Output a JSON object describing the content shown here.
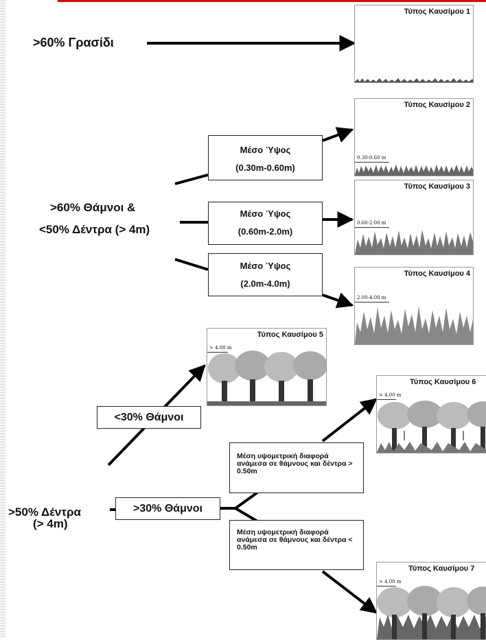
{
  "categories": {
    "grass": ">60% Γρασίδι",
    "shrubs_line1": ">60% Θάμνοι &",
    "shrubs_line2": "<50% Δέντρα  (> 4m)",
    "trees_line1": ">50% Δέντρα",
    "trees_line2": "(> 4m)"
  },
  "height_boxes": [
    {
      "title": "Μέσο Ύψος",
      "range": "(0.30m-0.60m)"
    },
    {
      "title": "Μέσο Ύψος",
      "range": "(0.60m-2.0m)"
    },
    {
      "title": "Μέσο Ύψος",
      "range": "(2.0m-4.0m)"
    }
  ],
  "shrub_cover": {
    "low": "<30% Θάμνοι",
    "high": ">30% Θάμνοι"
  },
  "gap_notes": {
    "large": "Μέση υψομετρική διαφορά ανάμεσα σε θάμνους και δέντρα > 0.50m",
    "small": "Μέση υψομετρική διαφορά ανάμεσα σε θάμνους και δέντρα < 0.50m"
  },
  "fuel_types": [
    {
      "title": "Τύπος Καυσίμου 1",
      "height": ""
    },
    {
      "title": "Τύπος Καυσίμου 2",
      "height": "0.30-0.60 m"
    },
    {
      "title": "Τύπος Καυσίμου 3",
      "height": "0.60-2.00 m"
    },
    {
      "title": "Τύπος Καυσίμου 4",
      "height": "2.00-4.00 m"
    },
    {
      "title": "Τύπος Καυσίμου 5",
      "height": "> 4.00 m"
    },
    {
      "title": "Τύπος Καυσίμου 6",
      "height": "> 4.00 m"
    },
    {
      "title": "Τύπος Καυσίμου 7",
      "height": "> 4.00 m"
    }
  ],
  "colors": {
    "accent_bar": "#cc1111",
    "line": "#000000"
  }
}
